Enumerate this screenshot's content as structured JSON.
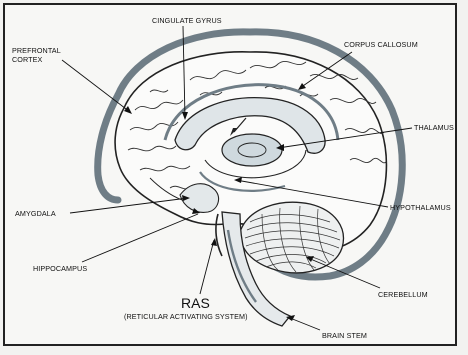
{
  "labels": {
    "cingulate_gyrus": "CINGULATE GYRUS",
    "prefrontal_cortex_line1": "PREFRONTAL",
    "prefrontal_cortex_line2": "CORTEX",
    "corpus_callosum": "CORPUS CALLOSUM",
    "thalamus": "THALAMUS",
    "amygdala": "AMYGDALA",
    "hypothalamus": "HYPOTHALAMUS",
    "hippocampus": "HIPPOCAMPUS",
    "cerebellum": "CEREBELLUM",
    "ras": "RAS",
    "ras_full": "(RETICULAR ACTIVATING SYSTEM)",
    "brain_stem": "BRAIN STEM"
  }
}
